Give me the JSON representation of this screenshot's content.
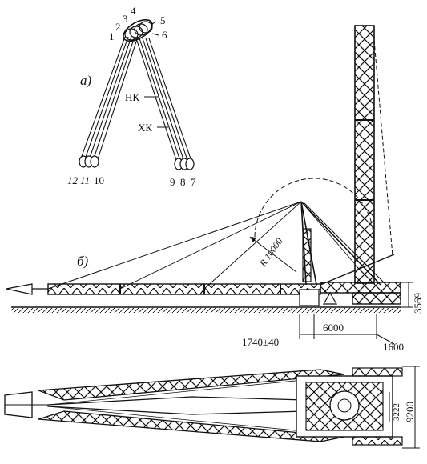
{
  "diagram_a": {
    "label": "а)",
    "points_top": [
      "1",
      "2",
      "3",
      "4",
      "5",
      "6"
    ],
    "points_left": [
      "12",
      "11",
      "10"
    ],
    "points_right": [
      "9",
      "8",
      "7"
    ],
    "lines": [
      "НК",
      "ХК"
    ]
  },
  "diagram_b": {
    "label": "б)",
    "radius": "R 10000",
    "dims": {
      "height": "3569",
      "offset": "1740±40",
      "span": "6000",
      "end": "1600"
    }
  },
  "plan": {
    "width": "9200",
    "inner": "3222"
  }
}
